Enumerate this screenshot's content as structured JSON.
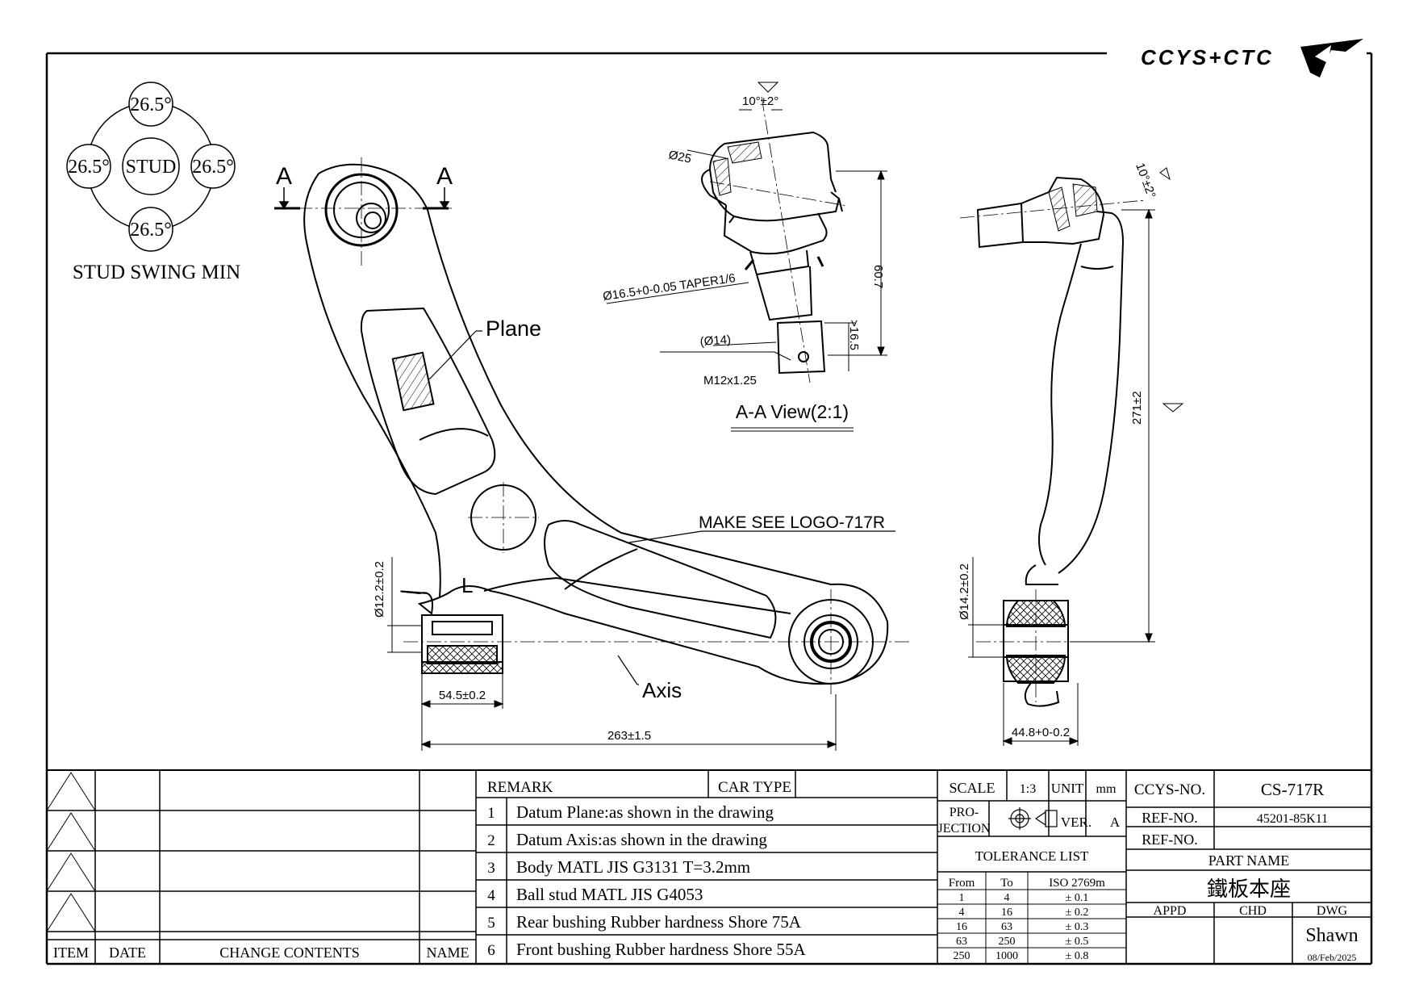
{
  "brand": {
    "logo_text": "CCYS+CTC"
  },
  "stud_swing": {
    "angles": [
      "26.5°",
      "26.5°",
      "26.5°",
      "26.5°"
    ],
    "center": "STUD",
    "caption": "STUD SWING MIN"
  },
  "main_view": {
    "section_mark_left": "A",
    "section_mark_right": "A",
    "plane_label": "Plane",
    "axis_label": "Axis",
    "logo_note": "MAKE SEE LOGO-717R",
    "l_mark": "L",
    "dim_bush_dia": "Ø12.2±0.2",
    "dim_bush_width": "54.5±0.2",
    "dim_length": "263±1.5"
  },
  "section_view": {
    "title": "A-A View(2:1)",
    "angle": "10°±2°",
    "dia_25": "Ø25",
    "taper": "Ø16.5+0-0.05 TAPER1/6",
    "dia_14": "(Ø14)",
    "thread": "M12x1.25",
    "height": "60.7",
    "thread_len": ">16.5"
  },
  "side_view": {
    "angle": "10°±2°",
    "height": "271±2",
    "bush_dia": "Ø14.2±0.2",
    "bush_width": "44.8+0-0.2"
  },
  "revision_table": {
    "headers": [
      "ITEM",
      "DATE",
      "CHANGE CONTENTS",
      "NAME"
    ]
  },
  "remarks": {
    "header": "REMARK",
    "car_type_label": "CAR TYPE",
    "car_type_value": "",
    "items": [
      {
        "no": "1",
        "text": "Datum Plane:as shown in the drawing"
      },
      {
        "no": "2",
        "text": "Datum Axis:as shown in the drawing"
      },
      {
        "no": "3",
        "text": "Body MATL JIS G3131 T=3.2mm"
      },
      {
        "no": "4",
        "text": "Ball stud MATL JIS G4053"
      },
      {
        "no": "5",
        "text": "Rear bushing Rubber hardness Shore 75A"
      },
      {
        "no": "6",
        "text": "Front bushing Rubber hardness Shore 55A"
      }
    ]
  },
  "title_block": {
    "scale_label": "SCALE",
    "scale_value": "1:3",
    "unit_label": "UNIT",
    "unit_value": "mm",
    "projection_label_1": "PRO-",
    "projection_label_2": "JECTION",
    "ver_label": "VER.",
    "ver_value": "A",
    "tolerance_title": "TOLERANCE LIST",
    "tolerance_headers": [
      "From",
      "To",
      "ISO 2769m"
    ],
    "tolerance_rows": [
      [
        "1",
        "4",
        "± 0.1"
      ],
      [
        "4",
        "16",
        "± 0.2"
      ],
      [
        "16",
        "63",
        "± 0.3"
      ],
      [
        "63",
        "250",
        "± 0.5"
      ],
      [
        "250",
        "1000",
        "± 0.8"
      ]
    ],
    "ccys_no_label": "CCYS-NO.",
    "ccys_no_value": "CS-717R",
    "ref_no_label": "REF-NO.",
    "ref_no_value": "45201-85K11",
    "ref_no2_label": "REF-NO.",
    "ref_no2_value": "",
    "part_name_label": "PART NAME",
    "part_name_value": "鐵板本座",
    "appd_label": "APPD",
    "chd_label": "CHD",
    "dwg_label": "DWG",
    "dwg_name": "Shawn",
    "dwg_date": "08/Feb/2025"
  }
}
